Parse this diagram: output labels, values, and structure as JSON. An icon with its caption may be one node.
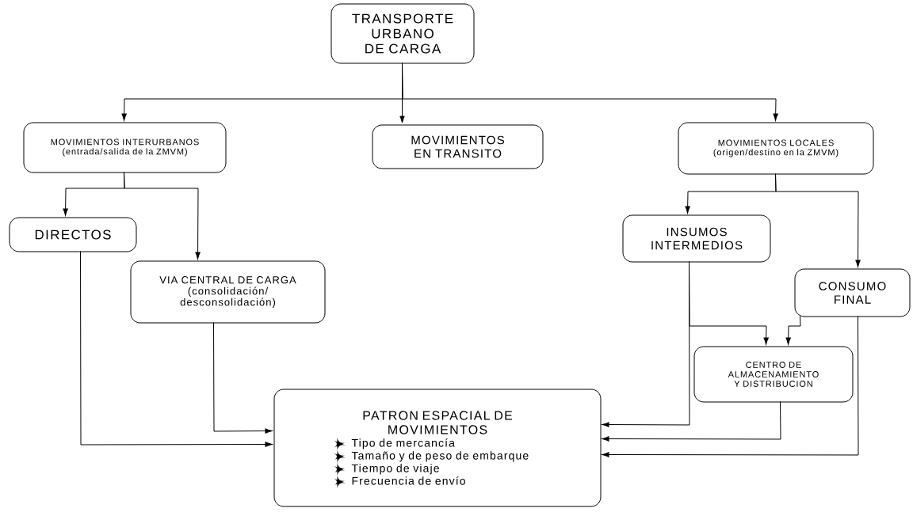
{
  "diagram": {
    "nodes": [
      {
        "text": [
          "TRANSPORTE URBANO DE CARGA"
        ]
      },
      {
        "text": [
          "MOVIMIENTOS INTERURBANOS",
          "(entrada/salida de la ZMVM)"
        ]
      },
      {
        "text": [
          "MOVIMIENTOS EN TRANSITO"
        ]
      },
      {
        "text": [
          "MOVIMIENTOS LOCALES",
          "(origen/destino en la ZMVM)"
        ]
      },
      {
        "text": [
          "DIRECTOS"
        ]
      },
      {
        "text": [
          "VIA CENTRAL DE CARGA",
          "(consolidación/ desconsolidación)"
        ]
      },
      {
        "text": [
          "INSUMOS INTERMEDIOS"
        ]
      },
      {
        "text": [
          "CONSUMO FINAL"
        ]
      },
      {
        "text": [
          "CENTRO DE ALMACENAMIENTO Y DISTRIBUCION"
        ]
      },
      {
        "text": [
          "PATRON ESPACIAL DE MOVIMIENTOS",
          "Tipo de mercancía",
          "Tamaño y de peso de embarque",
          "Tiempo de viaje",
          "Frecuencia de envío"
        ]
      }
    ],
    "edges": [
      {
        "from": 0,
        "to": 1,
        "arrow": "to"
      },
      {
        "from": 0,
        "to": 2,
        "arrow": "to"
      },
      {
        "from": 0,
        "to": 3,
        "arrow": "to"
      },
      {
        "from": 1,
        "to": 4,
        "arrow": "to"
      },
      {
        "from": 1,
        "to": 5,
        "arrow": "to"
      },
      {
        "from": 3,
        "to": 6,
        "arrow": "to"
      },
      {
        "from": 3,
        "to": 7,
        "arrow": "to"
      },
      {
        "from": 4,
        "to": 9,
        "arrow": "to"
      },
      {
        "from": 5,
        "to": 9,
        "arrow": "to"
      },
      {
        "from": 6,
        "to": 9,
        "arrow": "to"
      },
      {
        "from": 6,
        "to": 8,
        "arrow": "to"
      },
      {
        "from": 7,
        "to": 8,
        "arrow": "to"
      },
      {
        "from": 8,
        "to": 9,
        "arrow": "to"
      },
      {
        "from": 7,
        "to": 9,
        "arrow": "to"
      }
    ]
  }
}
